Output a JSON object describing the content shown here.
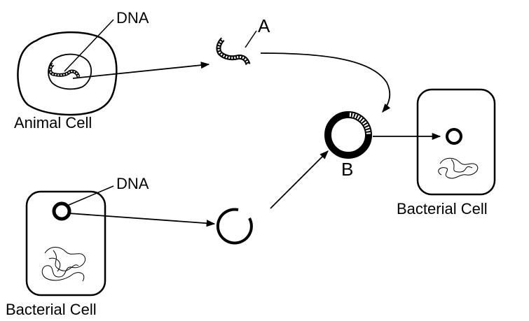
{
  "labels": {
    "dna_animal": "DNA",
    "fragment": "A",
    "animal_cell": "Animal Cell",
    "recombinant": "B",
    "dna_bacterial": "DNA",
    "bacterial_cell_left": "Bacterial Cell",
    "bacterial_cell_right": "Bacterial Cell"
  },
  "colors": {
    "ink": "#000000",
    "background": "#ffffff"
  }
}
